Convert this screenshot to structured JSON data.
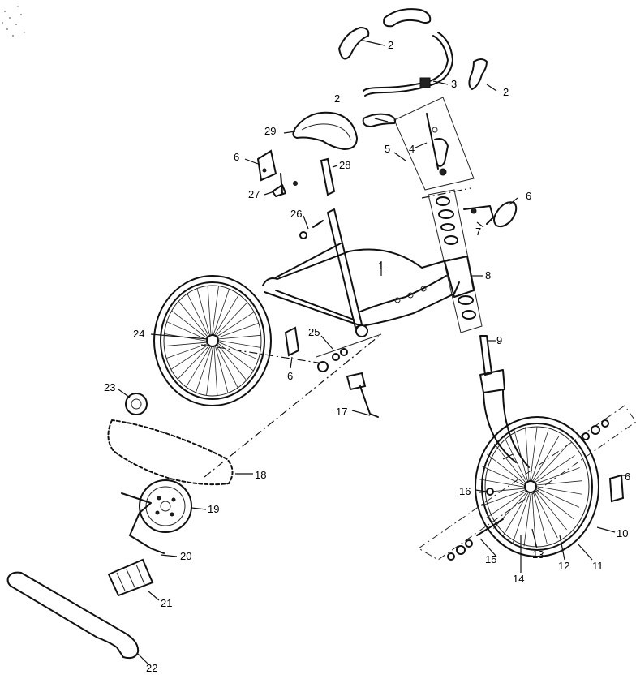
{
  "diagram": {
    "type": "exploded-parts-view",
    "subject": "bicycle",
    "callouts": [
      {
        "id": "c1",
        "label": "1"
      },
      {
        "id": "c2a",
        "label": "2"
      },
      {
        "id": "c2b",
        "label": "2"
      },
      {
        "id": "c2c",
        "label": "2"
      },
      {
        "id": "c3",
        "label": "3"
      },
      {
        "id": "c4",
        "label": "4"
      },
      {
        "id": "c5",
        "label": "5"
      },
      {
        "id": "c6a",
        "label": "6"
      },
      {
        "id": "c6b",
        "label": "6"
      },
      {
        "id": "c6c",
        "label": "6"
      },
      {
        "id": "c6d",
        "label": "6"
      },
      {
        "id": "c7",
        "label": "7"
      },
      {
        "id": "c8",
        "label": "8"
      },
      {
        "id": "c9",
        "label": "9"
      },
      {
        "id": "c10",
        "label": "10"
      },
      {
        "id": "c11",
        "label": "11"
      },
      {
        "id": "c12",
        "label": "12"
      },
      {
        "id": "c13",
        "label": "13"
      },
      {
        "id": "c14",
        "label": "14"
      },
      {
        "id": "c15",
        "label": "15"
      },
      {
        "id": "c16",
        "label": "16"
      },
      {
        "id": "c17",
        "label": "17"
      },
      {
        "id": "c18",
        "label": "18"
      },
      {
        "id": "c19",
        "label": "19"
      },
      {
        "id": "c20",
        "label": "20"
      },
      {
        "id": "c21",
        "label": "21"
      },
      {
        "id": "c22",
        "label": "22"
      },
      {
        "id": "c23",
        "label": "23"
      },
      {
        "id": "c24",
        "label": "24"
      },
      {
        "id": "c25",
        "label": "25"
      },
      {
        "id": "c26",
        "label": "26"
      },
      {
        "id": "c27",
        "label": "27"
      },
      {
        "id": "c28",
        "label": "28"
      },
      {
        "id": "c29",
        "label": "29"
      }
    ]
  }
}
